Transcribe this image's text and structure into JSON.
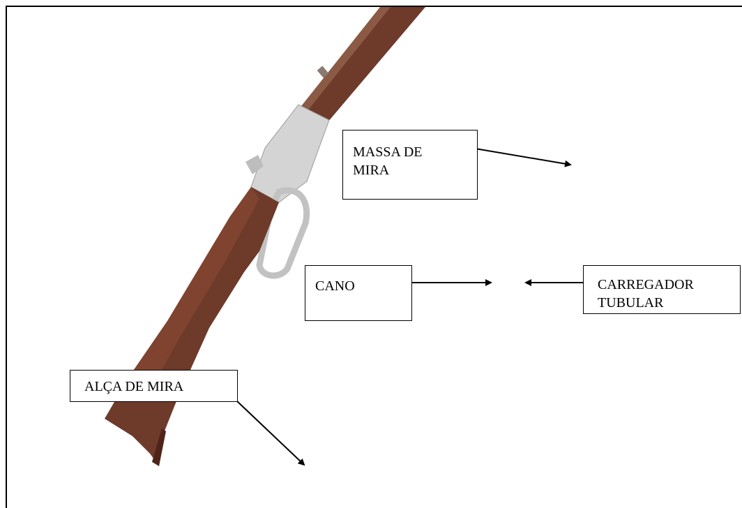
{
  "labels": {
    "massa_de_mira": {
      "line1": "MASSA DE",
      "line2": "MIRA"
    },
    "cano": {
      "text": "CANO"
    },
    "carregador_tubular": {
      "line1": "CARREGADOR",
      "line2": "TUBULAR"
    },
    "alca_de_mira": {
      "text": "ALÇA DE MIRA"
    }
  },
  "colors": {
    "wood": "#6e3a2a",
    "wood_dark": "#4f2418",
    "steel": "#c9c9c9",
    "line": "#000000"
  }
}
